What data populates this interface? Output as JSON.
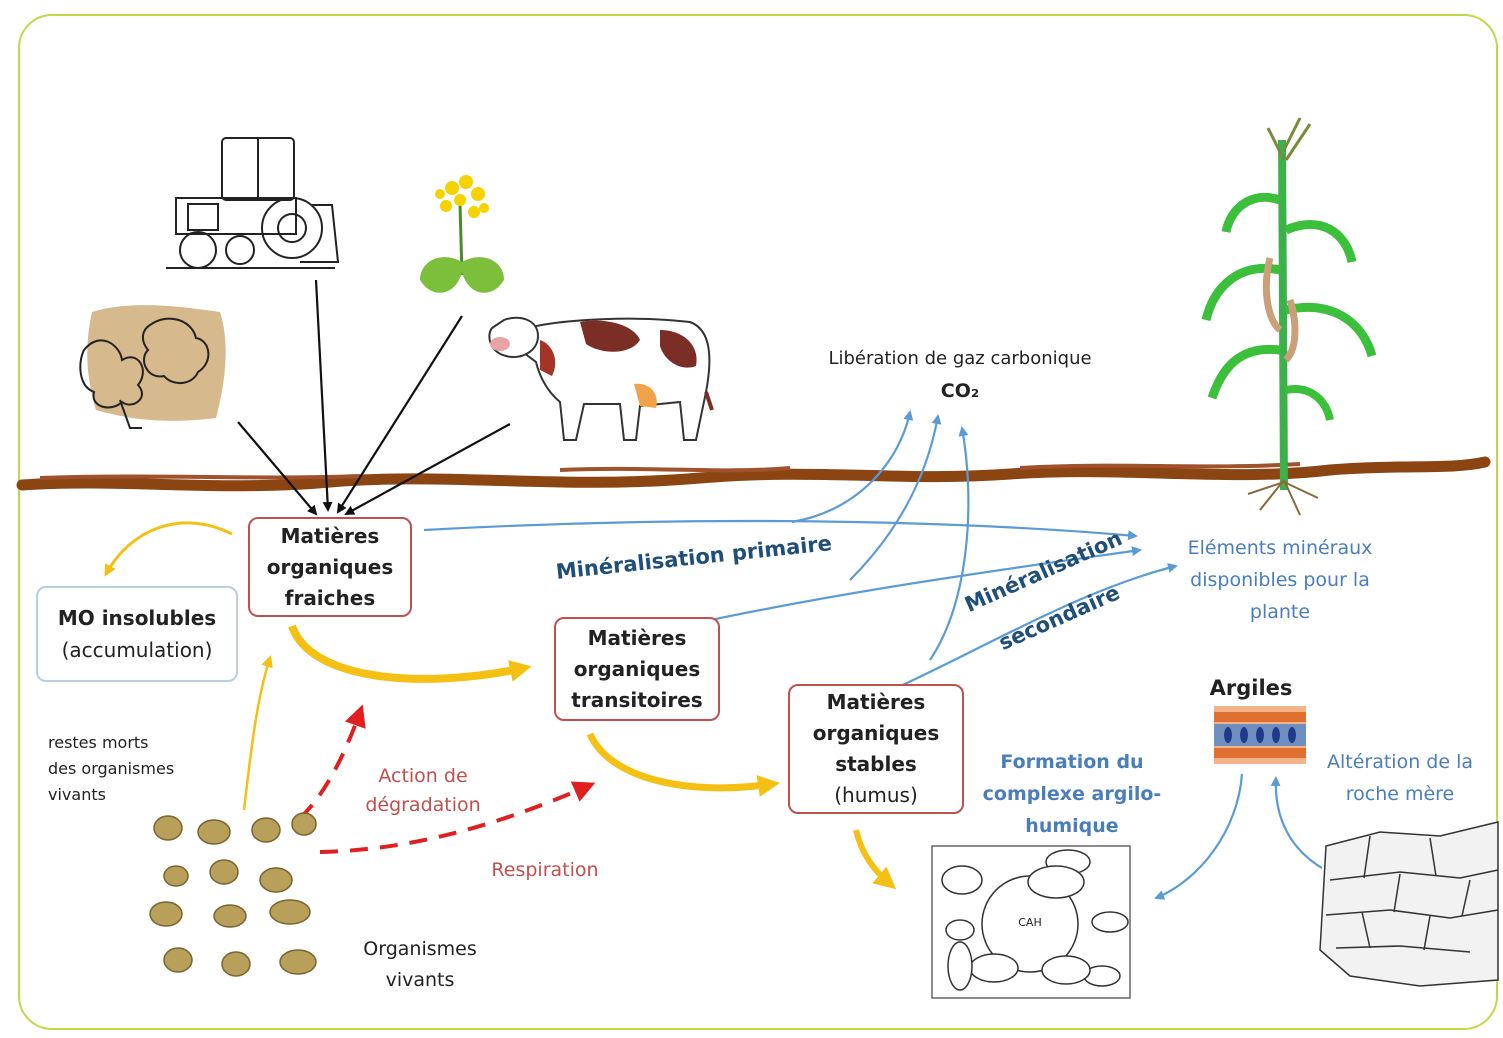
{
  "boxes": {
    "fraiches": "Matières\norganiques\nfraiches",
    "transitoires": "Matières\norganiques\ntransitoires",
    "stables_title": "Matières\norganiques\nstables",
    "stables_sub": "(humus)",
    "insolubles_title": "MO insolubles",
    "insolubles_sub": "(accumulation)"
  },
  "labels": {
    "liberation": "Libération de gaz carbonique",
    "co2": "CO₂",
    "mineralisation_primaire": "Minéralisation primaire",
    "mineralisation_secondaire_1": "Minéralisation",
    "mineralisation_secondaire_2": "secondaire",
    "elements_mineraux": "Eléments minéraux\ndisponibles pour la\nplante",
    "argiles": "Argiles",
    "alteration": "Altération de la\nroche mère",
    "formation": "Formation du\ncomplexe argilo-\nhumique",
    "restes_morts": "restes morts\ndes organismes\nvivants",
    "action": "Action de\ndégradation",
    "respiration": "Respiration",
    "organismes": "Organismes\nvivants",
    "can": "CAH"
  },
  "colors": {
    "frame": "#c6d64a",
    "soil": "#8b4513",
    "blue_arrow": "#5b9bd5",
    "yellow_arrow": "#f5c014",
    "red_arrow": "#e02020",
    "box_border": "#c0504d",
    "plant": "#3cc03c"
  },
  "icons": [
    "leaves-icon",
    "tractor-icon",
    "rapeseed-flower-icon",
    "cow-icon",
    "corn-plant-icon",
    "clay-layers-icon",
    "rock-wall-icon",
    "soil-organisms-icon",
    "clay-humus-complex-icon"
  ]
}
